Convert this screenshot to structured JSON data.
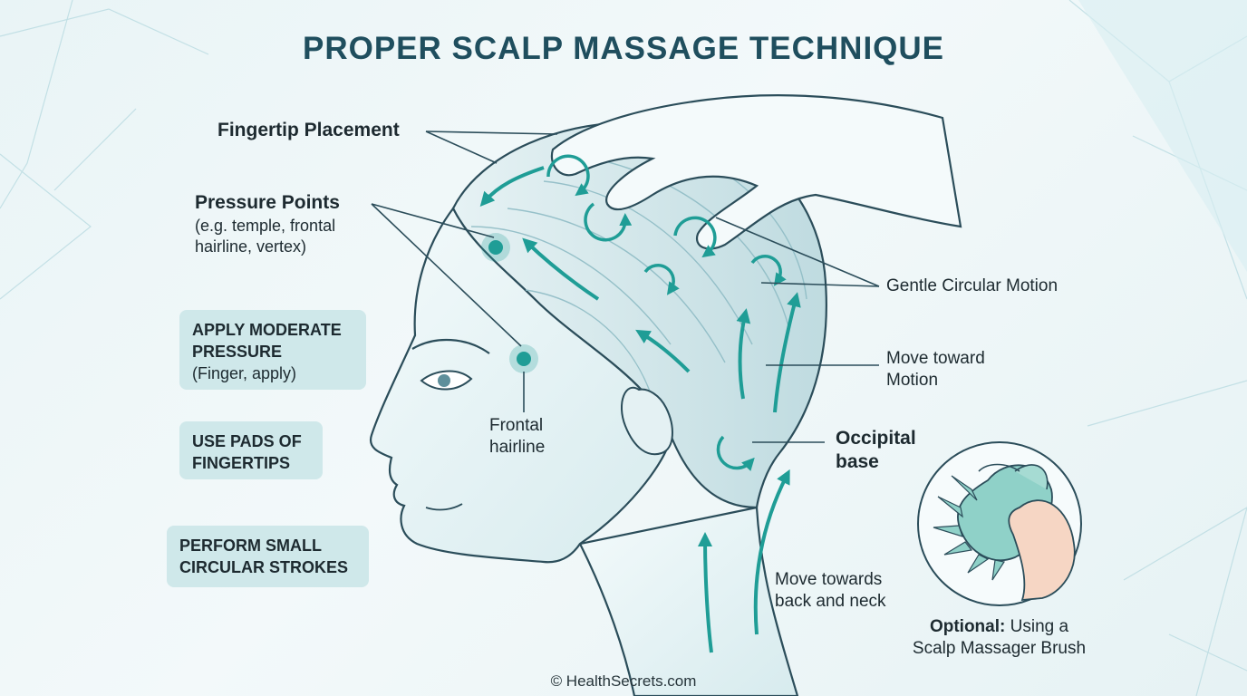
{
  "title": "PROPER SCALP MASSAGE TECHNIQUE",
  "labels": {
    "fingertip_placement": "Fingertip Placement",
    "pressure_points": "Pressure Points",
    "pressure_points_detail_1": "(e.g. temple, frontal",
    "pressure_points_detail_2": "hairline, vertex)",
    "frontal_hairline_1": "Frontal",
    "frontal_hairline_2": "hairline",
    "gentle_circular_motion": "Gentle Circular Motion",
    "move_toward_1": "Move toward",
    "move_toward_2": "Motion",
    "occipital_1": "Occipital",
    "occipital_2": "base",
    "move_towards_back_1": "Move towards",
    "move_towards_back_2": "back and neck",
    "optional_bold": "Optional:",
    "optional_rest": " Using a",
    "optional_line2": "Scalp Massager Brush"
  },
  "tips": [
    {
      "line1": "APPLY MODERATE",
      "line2": "PRESSURE",
      "line3": "(Finger, apply)"
    },
    {
      "line1": "USE PADS OF",
      "line2": "FINGERTIPS"
    },
    {
      "line1": "PERFORM SMALL",
      "line2": "CIRCULAR STROKES"
    }
  ],
  "footer": "© HealthSecrets.com",
  "colors": {
    "accent": "#1f9d96",
    "title": "#1f4e5e",
    "outline": "#2b4d5a",
    "box": "#cfe8ea"
  }
}
